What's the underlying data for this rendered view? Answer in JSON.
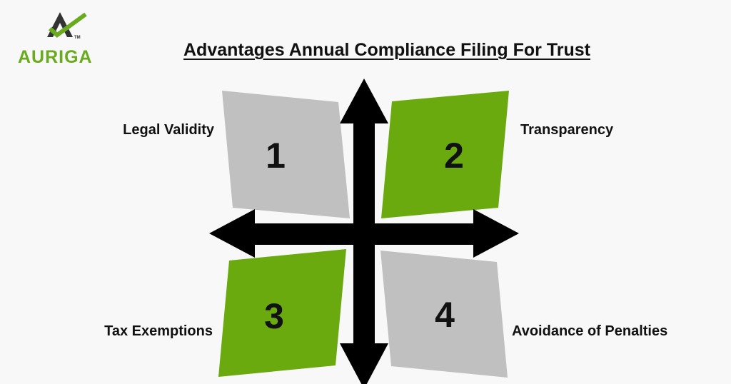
{
  "brand": {
    "name": "AURIGA",
    "trademark": "TM",
    "colors": {
      "green": "#6aaa1e",
      "dark": "#333333"
    }
  },
  "title": "Advantages Annual Compliance Filing For Trust",
  "colors": {
    "background": "#f8f8f8",
    "quadrant_gray": "#c0c0c0",
    "quadrant_green": "#6aaa0e",
    "arrow": "#000000",
    "text": "#111111"
  },
  "quadrants": [
    {
      "number": "1",
      "label": "Legal Validity",
      "color": "gray",
      "position": "top-left"
    },
    {
      "number": "2",
      "label": "Transparency",
      "color": "green",
      "position": "top-right"
    },
    {
      "number": "3",
      "label": "Tax Exemptions",
      "color": "green",
      "position": "bottom-left"
    },
    {
      "number": "4",
      "label": "Avoidance of Penalties",
      "color": "gray",
      "position": "bottom-right"
    }
  ],
  "icons": {
    "arrows": "four-way-cross-arrow-icon",
    "logo": "a-checkmark-logo-icon"
  }
}
